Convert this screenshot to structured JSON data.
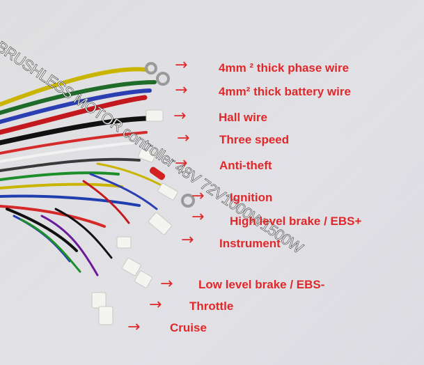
{
  "watermark": "BRUSHLESS MOTOR controller 48V 72V1000W1500W",
  "labels": {
    "phase_wire": "4mm ² thick phase wire",
    "battery_wire": "4mm² thick battery wire",
    "hall_wire": "Hall wire",
    "three_speed": "Three speed",
    "anti_theft": "Anti-theft",
    "ignition": "Ignition",
    "high_brake": "High level brake / EBS+",
    "instrument": "Instrument",
    "low_brake": "Low level brake / EBS-",
    "throttle": "Throttle",
    "cruise": "Cruise"
  },
  "arrow_glyph": "→",
  "colors": {
    "label_red": "#e0282a"
  }
}
